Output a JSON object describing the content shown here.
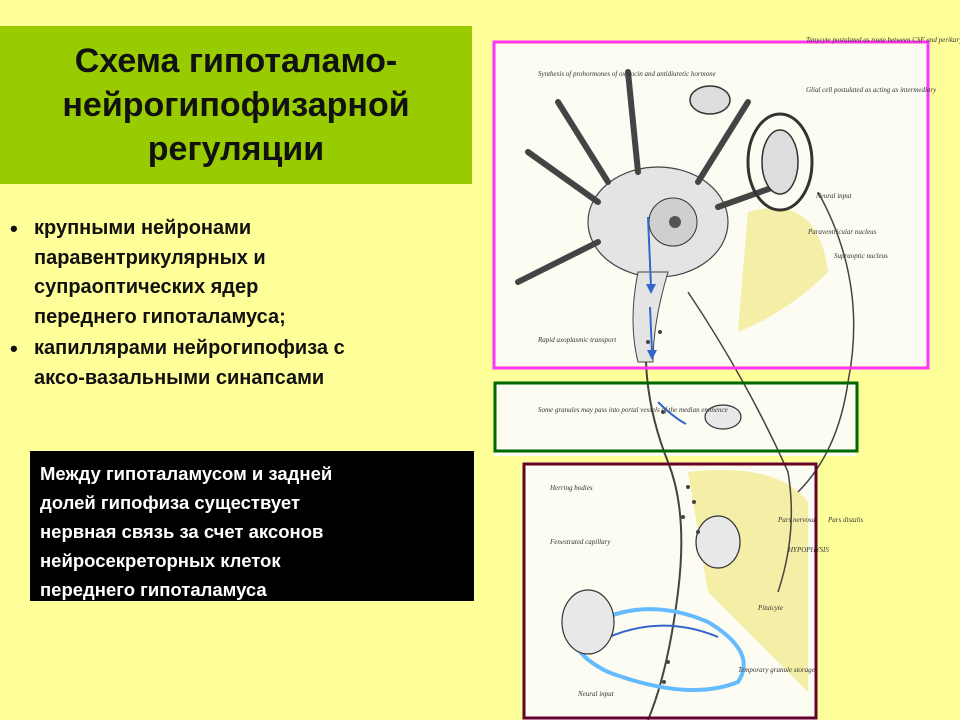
{
  "title": {
    "lines": [
      "Схема гипоталамо-",
      "нейрогипофизарной",
      "регуляции"
    ]
  },
  "bullets": [
    {
      "lines": [
        "крупными нейронами",
        "паравентрикулярных  и",
        "супраоптических ядер",
        "переднего гипоталамуса;"
      ]
    },
    {
      "lines": [
        "капиллярами нейрогипофиза с",
        "аксо-вазальными синапсами"
      ]
    }
  ],
  "note": {
    "lines": [
      "Между гипоталамусом и задней",
      "долей гипофиза существует",
      "нервная связь за счет аксонов",
      "нейросекреторных клеток",
      "переднего гипоталамуса"
    ]
  },
  "diagram": {
    "labels": {
      "neural_input_top": "Neural input",
      "paraventricular": "Paraventricular nucleus",
      "supraoptic": "Supraoptic nucleus",
      "rapid_transport": "Rapid axoplasmic transport",
      "hypophysis": "HYPOPHYSIS",
      "pars_nervosa": "Pars nervosa",
      "pars_distalis": "Pars distalis",
      "pituicyte": "Pituicyte",
      "neural_input_bottom": "Neural input",
      "temporary_storage": "Temporary granule storage",
      "herring_bodies": "Herring bodies",
      "fenestrated_capillary": "Fenestrated capillary",
      "median_eminence": "Some granules may pass into portal vessels of the median eminence",
      "synthesis": "Synthesis of prohormones of oxytocin and antidiuretic hormone",
      "glial_cell": "Glial cell postulated as acting as intermediary",
      "tanycyte": "Tanycyte postulated as route between CSF and perikaryon"
    },
    "colors": {
      "box_top": "#ff33ff",
      "box_middle": "#006600",
      "box_bottom": "#660033",
      "arrows": "#3366cc",
      "axons": "#66bbff"
    }
  }
}
